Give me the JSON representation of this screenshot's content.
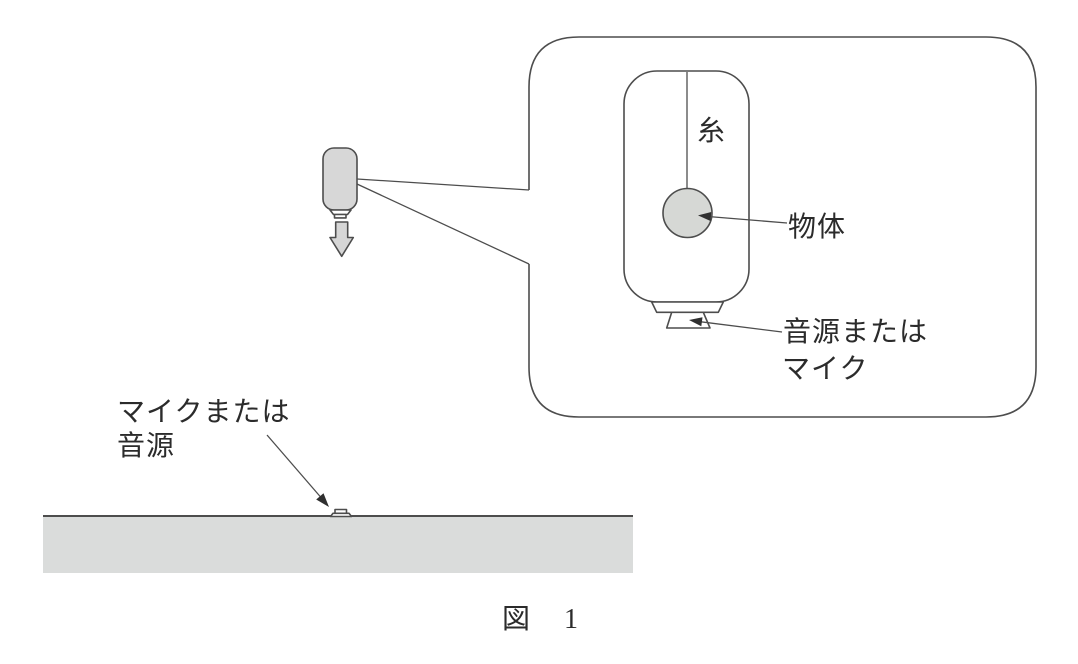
{
  "diagram": {
    "caption": {
      "fig": "図",
      "num": "1"
    },
    "labels": {
      "thread": "糸",
      "object": "物体",
      "enclosure_device_line1": "音源または",
      "enclosure_device_line2": "マイク",
      "ground_device_line1": "マイクまたは",
      "ground_device_line2": "音源"
    },
    "colors": {
      "line": "#4d4d4d",
      "text": "#2b2b2b",
      "device_fill": "#d7d7d7",
      "object_fill": "#d6d8d5",
      "arrow_fill": "#d6d6d6",
      "ground_fill": "#dadcdb",
      "white": "#ffffff"
    }
  }
}
